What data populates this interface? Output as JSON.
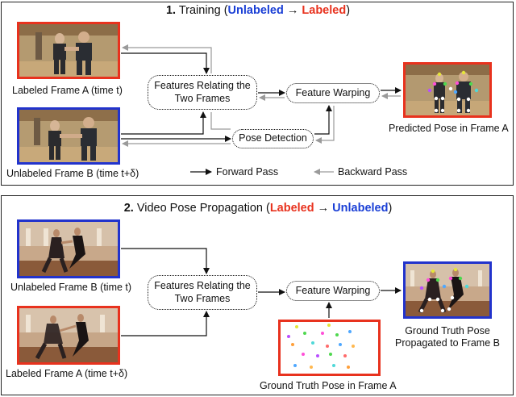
{
  "panel1": {
    "title_num": "1.",
    "title_word": "Training (",
    "title_from": "Unlabeled",
    "title_arrow": "→",
    "title_to": "Labeled",
    "title_close": ")",
    "frame_a_label": "Labeled Frame A (time t)",
    "frame_b_label": "Unlabeled Frame B (time t+δ)",
    "features_label": "Features Relating the Two Frames",
    "warping_label": "Feature Warping",
    "pose_detection_label": "Pose Detection",
    "predicted_label": "Predicted Pose in Frame A",
    "legend_forward": "Forward Pass",
    "legend_backward": "Backward Pass"
  },
  "panel2": {
    "title_num": "2.",
    "title_word": "Video Pose Propagation (",
    "title_from": "Labeled",
    "title_arrow": "→",
    "title_to": "Unlabeled",
    "title_close": ")",
    "frame_b_label": "Unlabeled Frame B (time t)",
    "frame_a_label": "Labeled Frame A (time t+δ)",
    "features_label": "Features Relating the Two Frames",
    "warping_label": "Feature Warping",
    "gt_label": "Ground Truth Pose in Frame A",
    "propagated_label_1": "Ground Truth Pose",
    "propagated_label_2": "Propagated to Frame B"
  },
  "colors": {
    "red": "#e8321e",
    "blue": "#2233cc",
    "forward_arrow": "#111111",
    "backward_arrow": "#9a9a9a"
  }
}
